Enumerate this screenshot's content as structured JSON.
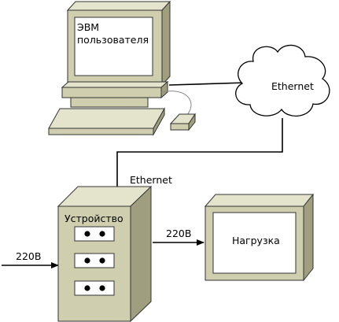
{
  "labels": {
    "computer_screen": [
      "ЭВМ",
      "пользователя"
    ],
    "cloud": "Ethernet",
    "link": "Ethernet",
    "device": "Устройство",
    "input_power": "220В",
    "output_power": "220В",
    "load": "Нагрузка"
  },
  "colors": {
    "body_face": "#cfcfb0",
    "body_side": "#9f9f80",
    "body_top": "#e4e4cc",
    "outline": "#333333",
    "wire": "#000000"
  },
  "icons": [
    "monitor-icon",
    "keyboard-icon",
    "mouse-icon",
    "cloud-icon",
    "arrow-icon"
  ]
}
